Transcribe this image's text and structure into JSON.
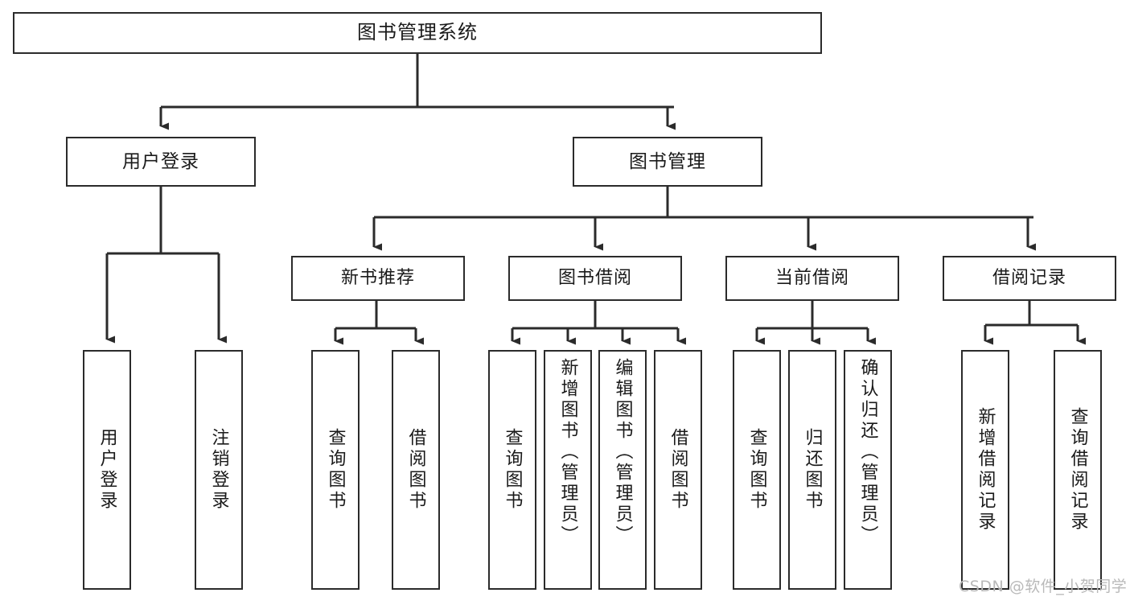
{
  "diagram": {
    "title": "图书管理系统",
    "type": "tree-hierarchy",
    "levels": [
      {
        "level": 0,
        "nodes": [
          {
            "id": "root",
            "label": "图书管理系统",
            "orientation": "horizontal"
          }
        ]
      },
      {
        "level": 1,
        "nodes": [
          {
            "id": "login",
            "label": "用户登录",
            "orientation": "horizontal",
            "parent": "root"
          },
          {
            "id": "bookmgmt",
            "label": "图书管理",
            "orientation": "horizontal",
            "parent": "root"
          }
        ]
      },
      {
        "level": 2,
        "nodes": [
          {
            "id": "newbook",
            "label": "新书推荐",
            "orientation": "horizontal",
            "parent": "bookmgmt"
          },
          {
            "id": "borrow",
            "label": "图书借阅",
            "orientation": "horizontal",
            "parent": "bookmgmt"
          },
          {
            "id": "current",
            "label": "当前借阅",
            "orientation": "horizontal",
            "parent": "bookmgmt"
          },
          {
            "id": "records",
            "label": "借阅记录",
            "orientation": "horizontal",
            "parent": "bookmgmt"
          }
        ]
      },
      {
        "level": 3,
        "nodes": [
          {
            "id": "leaf-user-login",
            "label": "用户登录",
            "orientation": "vertical",
            "parent": "login"
          },
          {
            "id": "leaf-user-logout",
            "label": "注销登录",
            "orientation": "vertical",
            "parent": "login"
          },
          {
            "id": "leaf-nb-query",
            "label": "查询图书",
            "orientation": "vertical",
            "parent": "newbook"
          },
          {
            "id": "leaf-nb-borrow",
            "label": "借阅图书",
            "orientation": "vertical",
            "parent": "newbook"
          },
          {
            "id": "leaf-bw-query",
            "label": "查询图书",
            "orientation": "vertical",
            "parent": "borrow"
          },
          {
            "id": "leaf-bw-add",
            "label": "新增图书（管理员）",
            "orientation": "vertical",
            "parent": "borrow"
          },
          {
            "id": "leaf-bw-edit",
            "label": "编辑图书（管理员）",
            "orientation": "vertical",
            "parent": "borrow"
          },
          {
            "id": "leaf-bw-borrow",
            "label": "借阅图书",
            "orientation": "vertical",
            "parent": "borrow"
          },
          {
            "id": "leaf-cb-query",
            "label": "查询图书",
            "orientation": "vertical",
            "parent": "current"
          },
          {
            "id": "leaf-cb-return",
            "label": "归还图书",
            "orientation": "vertical",
            "parent": "current"
          },
          {
            "id": "leaf-cb-confirm",
            "label": "确认归还（管理员）",
            "orientation": "vertical",
            "parent": "current"
          },
          {
            "id": "leaf-rc-add",
            "label": "新增借阅记录",
            "orientation": "vertical",
            "parent": "records"
          },
          {
            "id": "leaf-rc-query",
            "label": "查询借阅记录",
            "orientation": "vertical",
            "parent": "records"
          }
        ]
      }
    ]
  },
  "watermark": {
    "text": "CSDN @软件_小贺同学"
  },
  "colors": {
    "box_border": "#2b2b2b",
    "box_fill": "#ffffff",
    "edge": "#2b2b2b",
    "text": "#1a1a1a",
    "watermark": "#b9b9b9",
    "background": "#ffffff"
  }
}
